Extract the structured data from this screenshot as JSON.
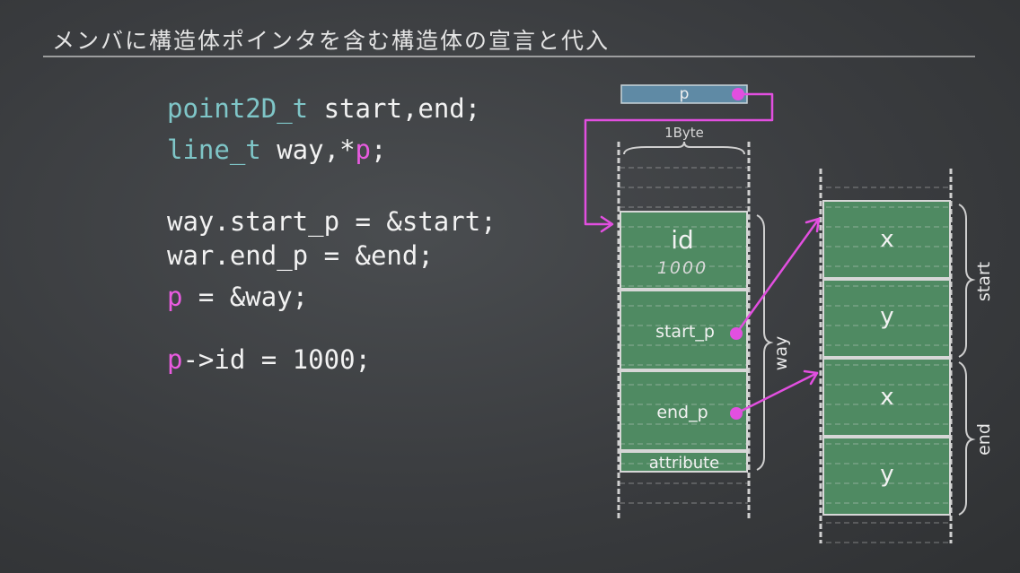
{
  "title": "メンバに構造体ポインタを含む構造体の宣言と代入",
  "code": {
    "line1": {
      "type": "point2D_t",
      "rest": " start,end;"
    },
    "line2": {
      "type": "line_t",
      "rest1": " way,*",
      "ptr": "p",
      "rest2": ";"
    },
    "line3": "way.start_p = &start;",
    "line4": "war.end_p = &end;",
    "line5": {
      "ptr": "p",
      "rest": " = &way;"
    },
    "line6": {
      "ptr": "p",
      "rest": "->id = 1000;"
    }
  },
  "diagram": {
    "p_label": "p",
    "byte_label": "1Byte",
    "way_fields": {
      "id": "id",
      "id_value": "1000",
      "start_p": "start_p",
      "end_p": "end_p",
      "attribute": "attribute"
    },
    "way_label": "way",
    "start_fields": {
      "x": "x",
      "y": "y"
    },
    "end_fields": {
      "x": "x",
      "y": "y"
    },
    "start_label": "start",
    "end_label": "end"
  },
  "colors": {
    "pointer": "#e24fe0",
    "cell_green": "#4f8a62",
    "p_box": "#5f8aa5",
    "code_type": "#7fc6c8"
  }
}
